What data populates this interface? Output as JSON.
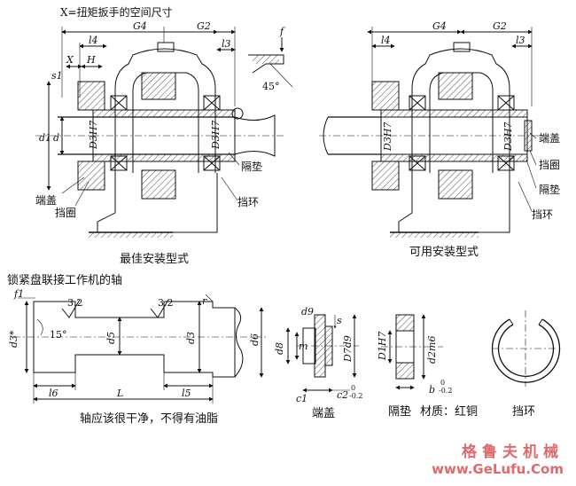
{
  "top_left": {
    "space_note": "X=扭矩扳手的空间尺寸",
    "labels": {
      "l4": "l4",
      "G4": "G4",
      "G2": "G2",
      "l3": "l3",
      "f": "f",
      "X": "X",
      "H": "H",
      "s1": "s1",
      "angle": "45°",
      "d1": "d1",
      "d": "d",
      "D3H7_left": "D3H7",
      "D3H7_right": "D3H7"
    },
    "callouts": {
      "gedian": "隔垫",
      "duangai": "端盖",
      "dangquan": "挡圈",
      "danghuan": "挡环"
    },
    "caption": "最佳安装型式"
  },
  "top_right": {
    "labels": {
      "l4": "l4",
      "G4": "G4",
      "G2": "G2",
      "l3": "l3",
      "D3H7_left": "D3H7",
      "D3H7_right": "D3H7"
    },
    "callouts": {
      "duangai": "端盖",
      "dangquan": "挡圈",
      "gedian": "隔垫",
      "danghuan": "挡环"
    },
    "caption": "可用安装型式"
  },
  "shaft": {
    "title": "锁紧盘联接工作机的轴",
    "labels": {
      "f1": "f1",
      "r32_left": "3.2",
      "r32_right": "3.2",
      "r": "r",
      "angle": "15°",
      "d3star": "d3*",
      "d5": "d5",
      "d3": "d3",
      "d6": "d6",
      "l6": "l6",
      "L": "L",
      "l5": "l5"
    },
    "note": "轴应该很干净，不得有油脂"
  },
  "details": {
    "end_cover": {
      "labels": {
        "d9": "d9",
        "d8": "d8",
        "m": "m",
        "s": "s",
        "D7d9": "D7d9",
        "c1": "c1",
        "c2": "c2",
        "tol_up": "0",
        "tol_dn": "-0.2"
      },
      "caption": "端盖"
    },
    "spacer": {
      "labels": {
        "D1H7": "D1H7",
        "d2m6": "d2m6",
        "b": "b",
        "tol_up": "0",
        "tol_dn": "-0.2"
      },
      "caption": "隔垫",
      "material": "材质：红铜"
    },
    "ring": {
      "caption": "挡环"
    }
  },
  "watermark": {
    "line1": "格鲁夫机械",
    "line2": "www.GeLufu.Com"
  }
}
